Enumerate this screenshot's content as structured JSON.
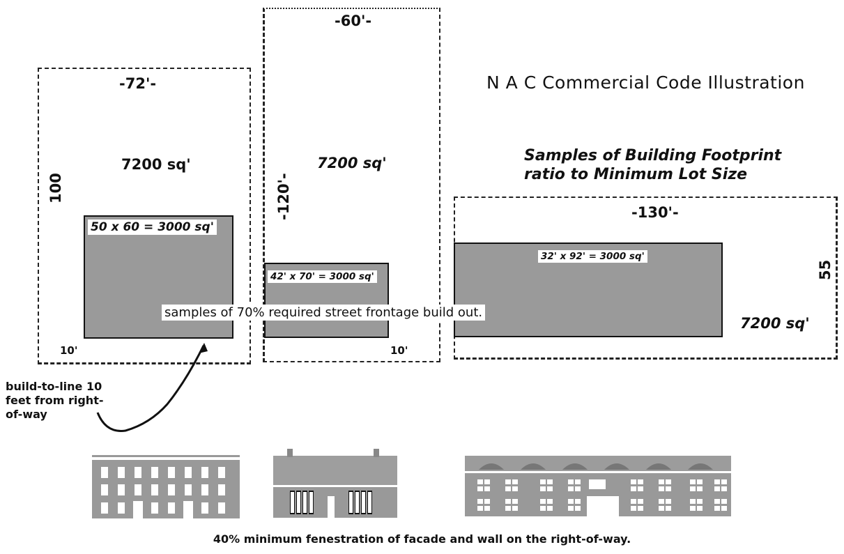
{
  "title": "N A C Commercial Code Illustration",
  "subtitle": "Samples of Building Footprint ratio to Minimum Lot Size",
  "lots": [
    {
      "frontage_label": "-72'-",
      "depth_label": "100",
      "lot_area": "7200 sq'",
      "footprint_label": "50 x 60 = 3000 sq'",
      "setback_label": "10'"
    },
    {
      "frontage_label": "-60'-",
      "depth_label": "-120'-",
      "lot_area": "7200 sq'",
      "footprint_label": "42' x 70' = 3000 sq'",
      "setback_label": "10'"
    },
    {
      "frontage_label": "-130'-",
      "depth_label": "55",
      "lot_area": "7200 sq'",
      "footprint_label": "32' x 92' = 3000 sq'"
    }
  ],
  "frontage_note": "samples of 70% required street frontage build out.",
  "build_to_line_note": "build-to-line 10 feet from right-of-way",
  "fenestration_caption": "40% minimum fenestration of facade and wall on the right-of-way.",
  "colors": {
    "footprint_fill": "#9a9a9a",
    "facade_fill": "#999999",
    "window_fill": "#ffffff",
    "outline": "#111111"
  }
}
